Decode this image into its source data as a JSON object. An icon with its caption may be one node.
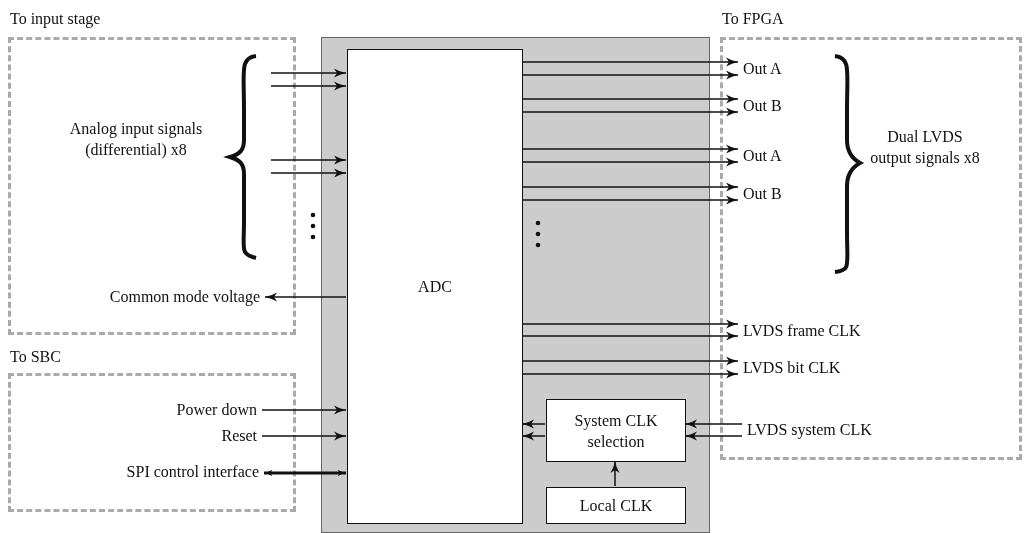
{
  "diagram": {
    "nodes": [
      {
        "text": [
          "To input stage",
          "Analog input signals (differential) x8"
        ]
      },
      {
        "text": [
          "Common mode voltage"
        ],
        "in": 0
      },
      {
        "text": [],
        "shape": "box"
      },
      {
        "text": [
          "ADC"
        ],
        "in": 2
      },
      {
        "text": [
          "System CLK selection"
        ],
        "in": 2
      },
      {
        "text": [
          "Local CLK"
        ],
        "in": 2
      },
      {
        "text": [
          "To SBC"
        ]
      },
      {
        "text": [
          "Power down"
        ],
        "in": 6
      },
      {
        "text": [
          "Reset"
        ],
        "in": 6
      },
      {
        "text": [
          "SPI control interface"
        ],
        "in": 6
      },
      {
        "text": [
          "To FPGA",
          "Dual LVDS output signals x8"
        ]
      },
      {
        "text": [
          "Out A"
        ],
        "in": 10
      },
      {
        "text": [
          "Out B"
        ],
        "in": 10
      },
      {
        "text": [
          "Out A"
        ],
        "in": 10
      },
      {
        "text": [
          "Out B"
        ],
        "in": 10
      },
      {
        "text": [
          "LVDS frame CLK"
        ],
        "in": 10
      },
      {
        "text": [
          "LVDS bit CLK"
        ],
        "in": 10
      },
      {
        "text": [
          "LVDS system CLK"
        ],
        "in": 10
      }
    ],
    "edges": [
      {
        "from": null,
        "to": 3,
        "arrow": "to"
      },
      {
        "from": null,
        "to": 3,
        "arrow": "to"
      },
      {
        "from": null,
        "to": 3,
        "arrow": "to"
      },
      {
        "from": null,
        "to": 3,
        "arrow": "to"
      },
      {
        "from": 3,
        "to": 1,
        "arrow": "to"
      },
      {
        "from": 7,
        "to": 3,
        "arrow": "to"
      },
      {
        "from": 8,
        "to": 3,
        "arrow": "to"
      },
      {
        "from": 9,
        "to": 3,
        "arrow": "both",
        "style": "thick"
      },
      {
        "from": 3,
        "to": 11,
        "arrow": "to"
      },
      {
        "from": 3,
        "to": 11,
        "arrow": "to"
      },
      {
        "from": 3,
        "to": 12,
        "arrow": "to"
      },
      {
        "from": 3,
        "to": 12,
        "arrow": "to"
      },
      {
        "from": 3,
        "to": 13,
        "arrow": "to"
      },
      {
        "from": 3,
        "to": 13,
        "arrow": "to"
      },
      {
        "from": 3,
        "to": 14,
        "arrow": "to"
      },
      {
        "from": 3,
        "to": 14,
        "arrow": "to"
      },
      {
        "from": 3,
        "to": 15,
        "arrow": "to"
      },
      {
        "from": 3,
        "to": 15,
        "arrow": "to"
      },
      {
        "from": 3,
        "to": 16,
        "arrow": "to"
      },
      {
        "from": 3,
        "to": 16,
        "arrow": "to"
      },
      {
        "from": 17,
        "to": 4,
        "arrow": "to"
      },
      {
        "from": 17,
        "to": 4,
        "arrow": "to"
      },
      {
        "from": 4,
        "to": 3,
        "arrow": "to"
      },
      {
        "from": 4,
        "to": 3,
        "arrow": "to"
      },
      {
        "from": 5,
        "to": 4,
        "arrow": "to"
      }
    ]
  }
}
